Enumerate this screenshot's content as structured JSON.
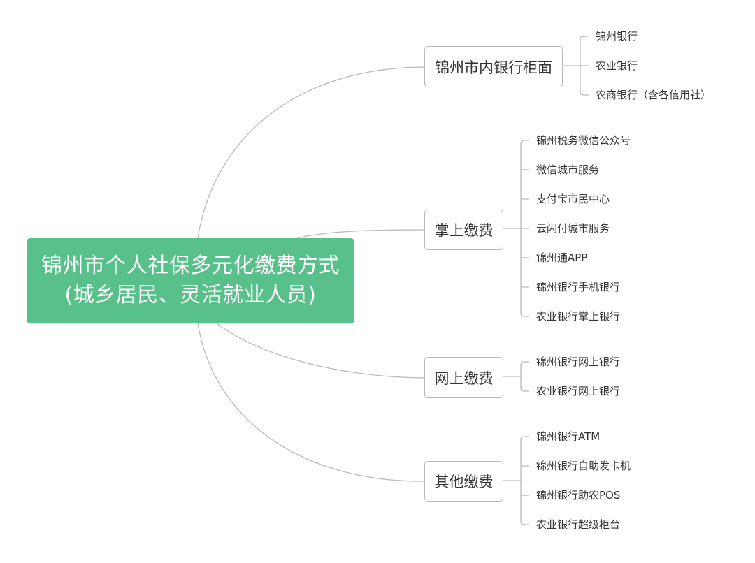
{
  "root": {
    "line1": "锦州市个人社保多元化缴费方式",
    "line2": "(城乡居民、灵活就业人员)"
  },
  "branches": [
    {
      "label": "锦州市内银行柜面",
      "leaves": [
        "锦州银行",
        "农业银行",
        "农商银行（含各信用社）"
      ]
    },
    {
      "label": "掌上缴费",
      "leaves": [
        "锦州税务微信公众号",
        "微信城市服务",
        "支付宝市民中心",
        "云闪付城市服务",
        "锦州通APP",
        "锦州银行手机银行",
        "农业银行掌上银行"
      ]
    },
    {
      "label": "网上缴费",
      "leaves": [
        "锦州银行网上银行",
        "农业银行网上银行"
      ]
    },
    {
      "label": "其他缴费",
      "leaves": [
        "锦州银行ATM",
        "锦州银行自助发卡机",
        "锦州银行助农POS",
        "农业银行超级柜台"
      ]
    }
  ],
  "colors": {
    "root_fill": "#58c08a",
    "connector": "#b9b9b9",
    "text": "#333333"
  }
}
